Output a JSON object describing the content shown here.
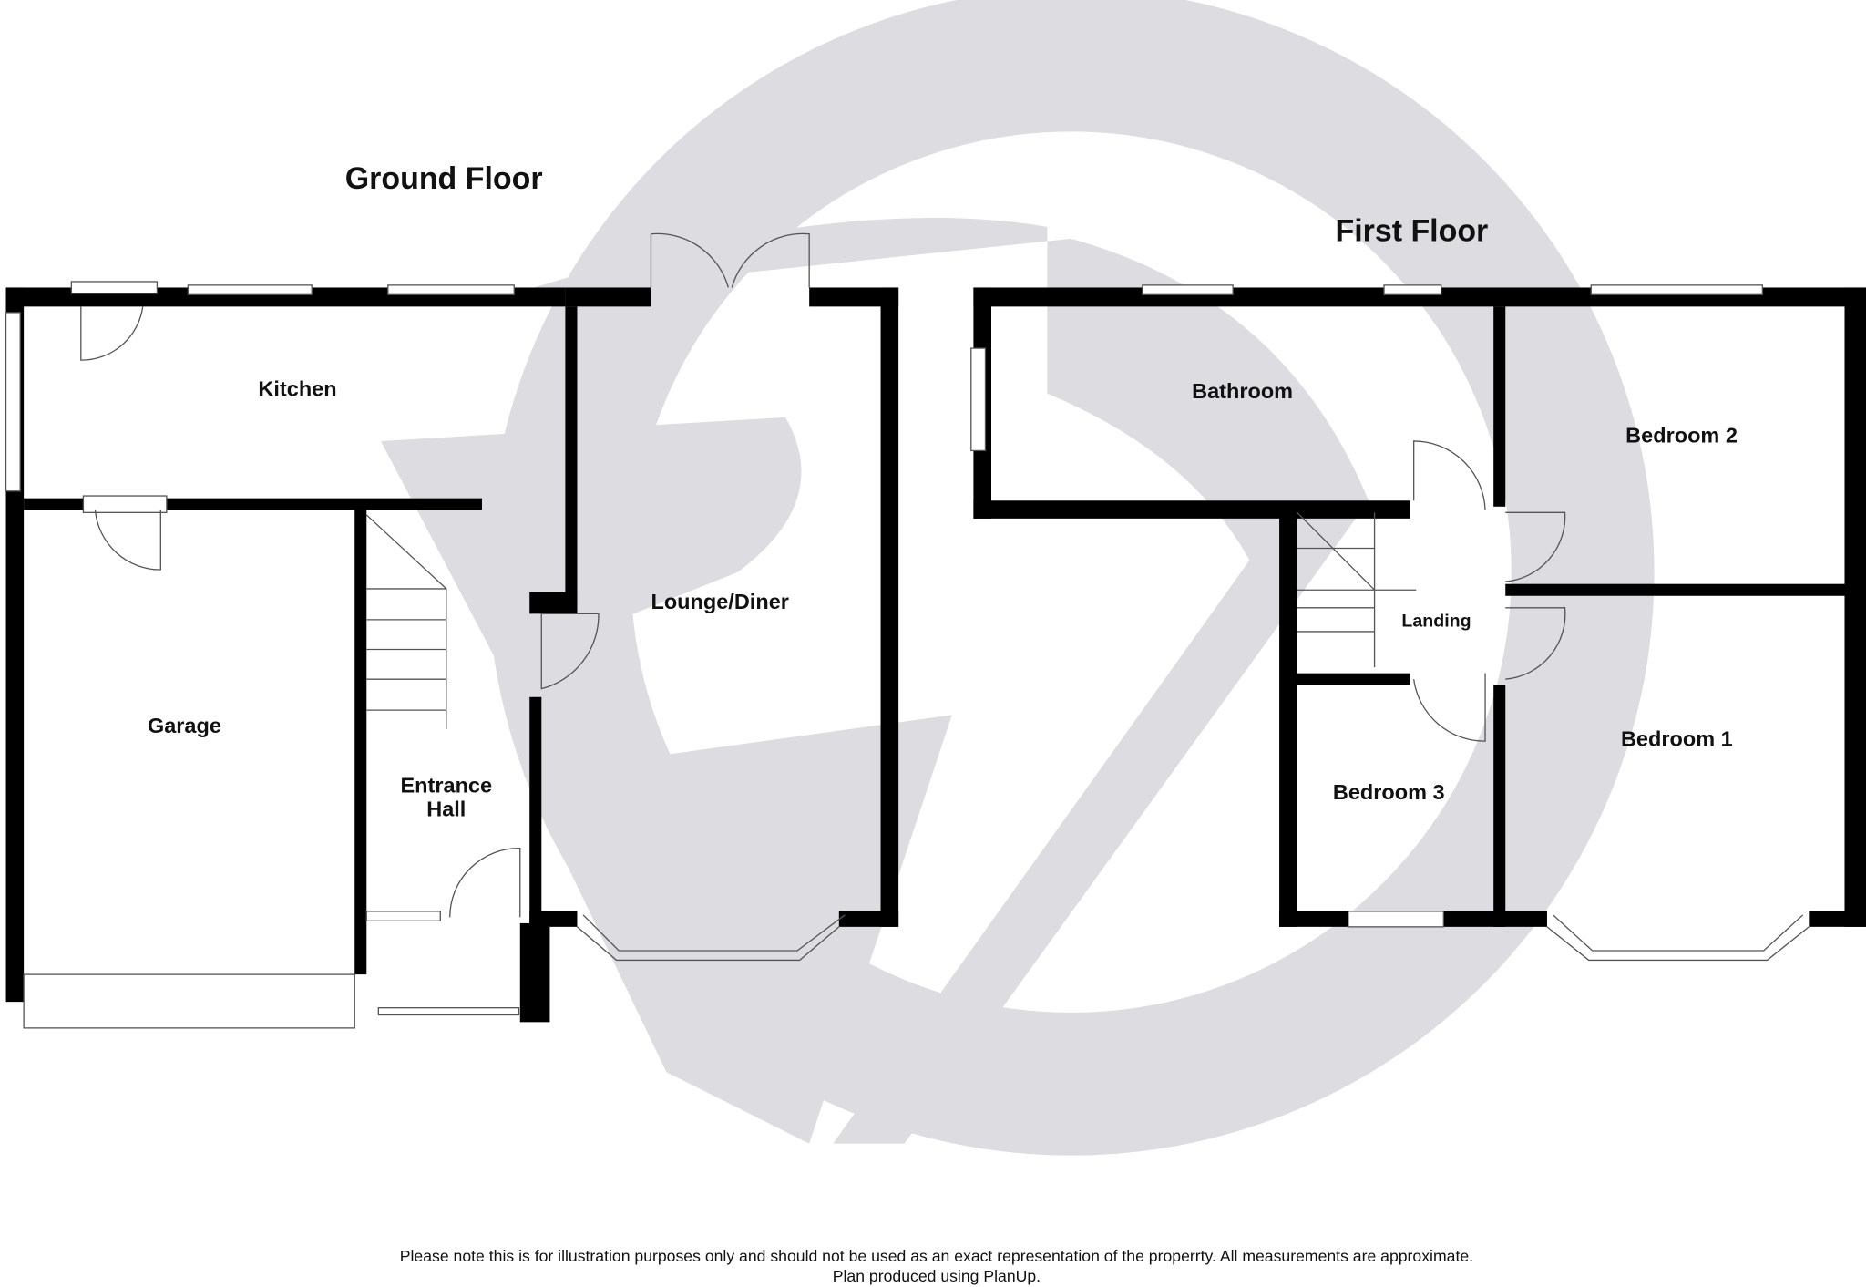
{
  "floors": {
    "ground": {
      "title": "Ground Floor",
      "rooms": {
        "kitchen": "Kitchen",
        "garage": "Garage",
        "entrance_hall_1": "Entrance",
        "entrance_hall_2": "Hall",
        "lounge": "Lounge/Diner"
      }
    },
    "first": {
      "title": "First Floor",
      "rooms": {
        "bathroom": "Bathroom",
        "bedroom2": "Bedroom 2",
        "landing": "Landing",
        "bedroom1": "Bedroom 1",
        "bedroom3": "Bedroom 3"
      }
    }
  },
  "footer": {
    "line1": "Please note this is for illustration purposes only and should not be used as an exact representation of the properrty. All measurements are approximate.",
    "line2": "Plan produced using PlanUp."
  },
  "colors": {
    "watermark": "#dcdce1",
    "walls": "#000000"
  }
}
